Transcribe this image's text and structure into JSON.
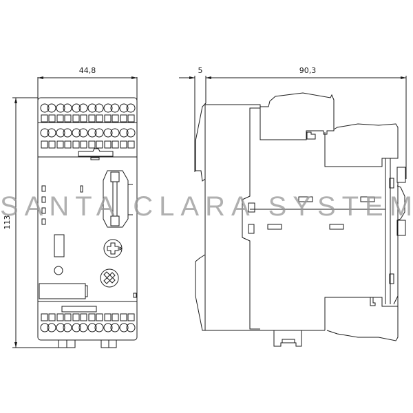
{
  "drawing": {
    "front_view": {
      "width_dimension": "44,8",
      "height_dimension": "113"
    },
    "side_view": {
      "offset_dimension": "5",
      "depth_dimension": "90,3"
    }
  },
  "watermark": {
    "text": "SANTA CLARA SYSTEMS",
    "color": "#969696"
  },
  "colors": {
    "line": "#1a1a1a",
    "background": "#ffffff"
  }
}
